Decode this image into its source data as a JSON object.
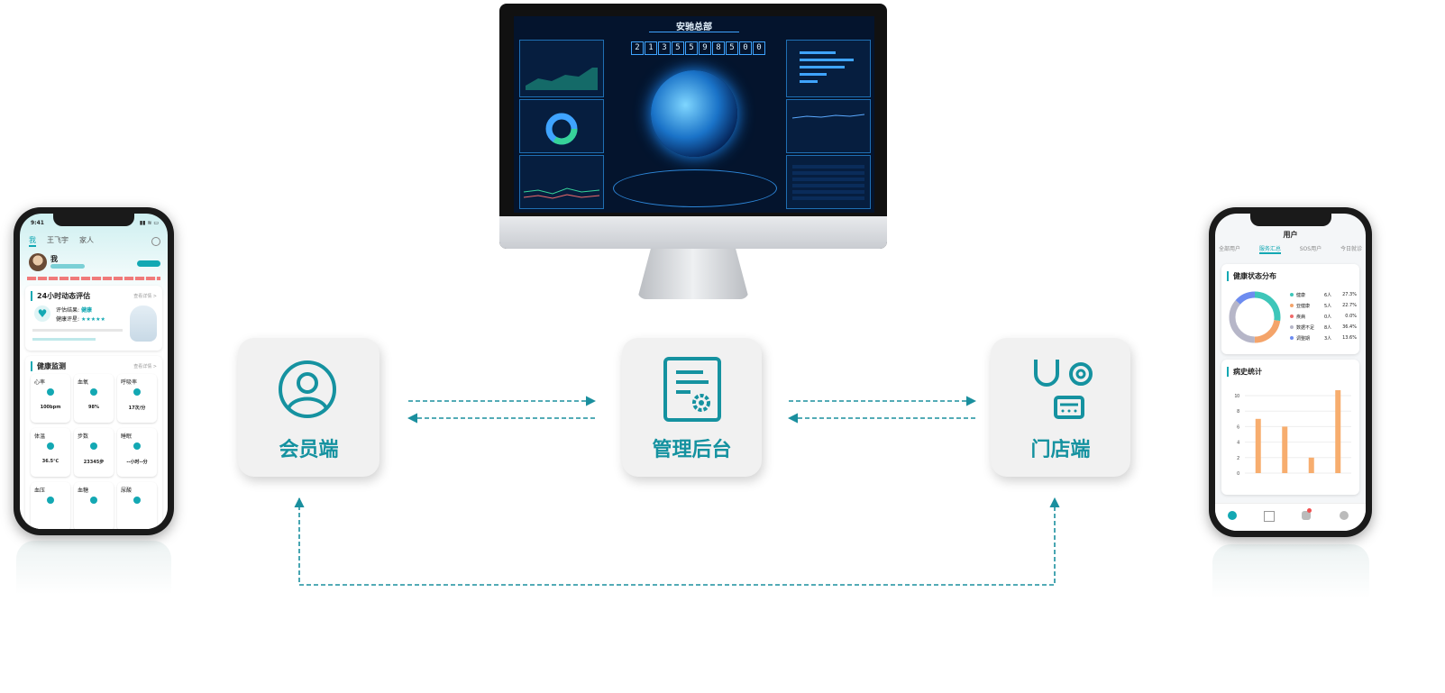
{
  "nodes": {
    "member": {
      "label": "会员端"
    },
    "admin": {
      "label": "管理后台"
    },
    "store": {
      "label": "门店端"
    }
  },
  "colors": {
    "accent": "#1592a0",
    "arrow": "#1a8f9e",
    "dashboard_bg": "#04142d"
  },
  "icons": {
    "member": "user-circle-icon",
    "admin": "document-gear-icon",
    "store": "stethoscope-device-icon"
  },
  "dashboard": {
    "title": "安驰总部",
    "counter_digits": [
      "2",
      "1",
      "3",
      "5",
      "5",
      "9",
      "8",
      "5",
      "0",
      "0"
    ]
  },
  "left_phone": {
    "time": "9:41",
    "tabs": [
      "我",
      "王飞宇",
      "家人"
    ],
    "user_name": "我",
    "section_24h": "24小时动态评估",
    "view_detail": "查看详情 >",
    "assess_result_label": "评估结果:",
    "assess_result_value": "健康",
    "health_score_label": "健康评星:",
    "stars": "★★★★★",
    "section_monitor": "健康监测",
    "tiles": [
      {
        "name": "心率",
        "value": "100bpm"
      },
      {
        "name": "血氧",
        "value": "98%"
      },
      {
        "name": "呼吸率",
        "value": "17次/分"
      },
      {
        "name": "体温",
        "value": "36.5℃"
      },
      {
        "name": "步数",
        "value": "23345步"
      },
      {
        "name": "睡眠",
        "value": "--小时--分"
      },
      {
        "name": "血压",
        "value": ""
      },
      {
        "name": "血糖",
        "value": ""
      },
      {
        "name": "尿酸",
        "value": ""
      }
    ]
  },
  "right_phone": {
    "title": "用户",
    "tabs": [
      "全部用户",
      "服务汇总",
      "SOS用户",
      "今日就诊"
    ],
    "active_tab": "服务汇总",
    "section_status": "健康状态分布",
    "legend": [
      {
        "name": "健康",
        "count": "6人",
        "pct": "27.3%",
        "color": "#3ec6b9"
      },
      {
        "name": "亚健康",
        "count": "5人",
        "pct": "22.7%",
        "color": "#f4a46a"
      },
      {
        "name": "疾病",
        "count": "0人",
        "pct": "0.0%",
        "color": "#f06a6a"
      },
      {
        "name": "数据不足",
        "count": "8人",
        "pct": "36.4%",
        "color": "#b6b6c8"
      },
      {
        "name": "调整期",
        "count": "3人",
        "pct": "13.6%",
        "color": "#6d8cf0"
      }
    ],
    "section_history": "病史统计"
  },
  "chart_data": {
    "type": "bar",
    "values": [
      7,
      6,
      2,
      11
    ],
    "ylim": [
      0,
      10
    ],
    "yticks": [
      "0",
      "2",
      "4",
      "6",
      "8",
      "10"
    ]
  }
}
